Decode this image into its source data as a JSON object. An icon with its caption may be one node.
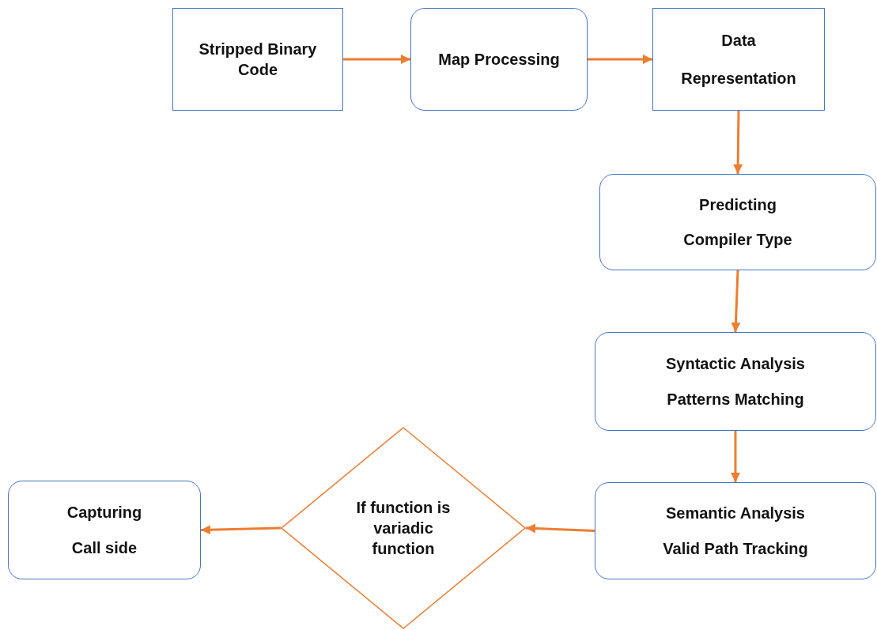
{
  "diagram": {
    "nodes": [
      {
        "text": [
          "Stripped Binary Code"
        ]
      },
      {
        "text": [
          "Map Processing"
        ]
      },
      {
        "text": [
          "Data",
          "Representation"
        ]
      },
      {
        "text": [
          "Predicting",
          "Compiler Type"
        ]
      },
      {
        "text": [
          "Syntactic Analysis",
          "Patterns Matching"
        ]
      },
      {
        "text": [
          "Semantic Analysis",
          "Valid Path Tracking"
        ]
      },
      {
        "text": [
          "If function is variadic function"
        ]
      },
      {
        "text": [
          "Capturing",
          "Call side"
        ]
      }
    ],
    "edges": [
      {
        "from": 0,
        "to": 1,
        "arrow": "to"
      },
      {
        "from": 1,
        "to": 2,
        "arrow": "to"
      },
      {
        "from": 2,
        "to": 3,
        "arrow": "to"
      },
      {
        "from": 3,
        "to": 4,
        "arrow": "to"
      },
      {
        "from": 4,
        "to": 5,
        "arrow": "to"
      },
      {
        "from": 5,
        "to": 6,
        "arrow": "to"
      },
      {
        "from": 6,
        "to": 7,
        "arrow": "to"
      }
    ]
  }
}
